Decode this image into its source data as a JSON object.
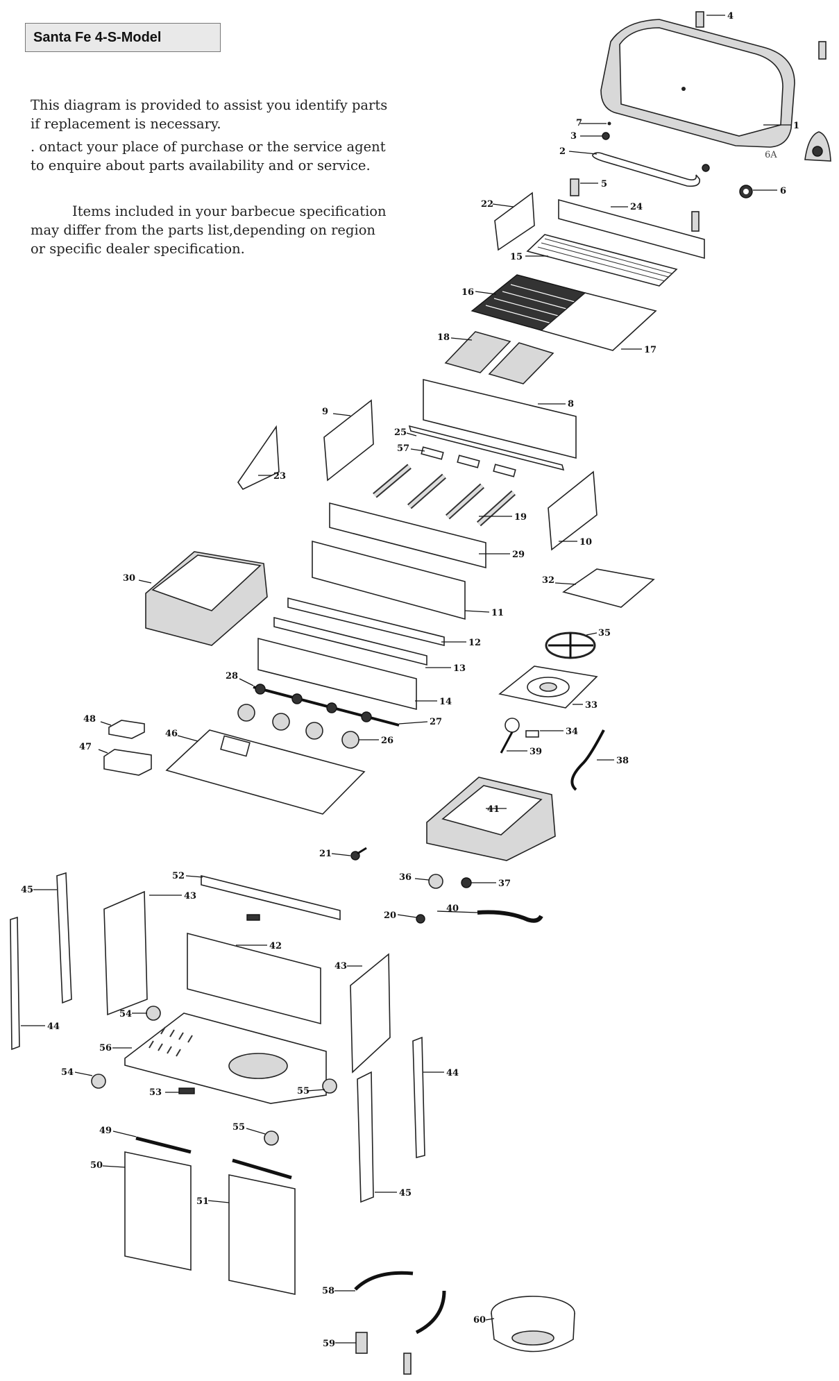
{
  "title": "Santa Fe 4-S-Model",
  "paragraphs": {
    "p1": "This diagram is provided to assist you identify parts if replacement is necessary.",
    "p2": ". ontact  your place of purchase or the service agent to enquire about parts availability and or service.",
    "p3": "Items included in your barbecue specification may differ from the parts list,depending on region or specific dealer specification."
  },
  "labels": {
    "l1": "1",
    "l2": "2",
    "l3": "3",
    "l4": "4",
    "l5": "5",
    "l6": "6",
    "l6a": "6A",
    "l7": "7",
    "l8": "8",
    "l9": "9",
    "l10": "10",
    "l11": "11",
    "l12": "12",
    "l13": "13",
    "l14": "14",
    "l15": "15",
    "l16": "16",
    "l17": "17",
    "l18": "18",
    "l19": "19",
    "l20": "20",
    "l21": "21",
    "l22": "22",
    "l23": "23",
    "l24": "24",
    "l25": "25",
    "l26": "26",
    "l27": "27",
    "l28": "28",
    "l29": "29",
    "l30": "30",
    "l32": "32",
    "l33": "33",
    "l34": "34",
    "l35": "35",
    "l36": "36",
    "l37": "37",
    "l38": "38",
    "l39": "39",
    "l40": "40",
    "l41": "41",
    "l42": "42",
    "l43a": "43",
    "l43b": "43",
    "l44a": "44",
    "l44b": "44",
    "l45a": "45",
    "l45b": "45",
    "l46": "46",
    "l47": "47",
    "l48": "48",
    "l49": "49",
    "l50": "50",
    "l51": "51",
    "l52": "52",
    "l53": "53",
    "l54a": "54",
    "l54b": "54",
    "l55a": "55",
    "l55b": "55",
    "l56": "56",
    "l57": "57",
    "l58": "58",
    "l59": "59",
    "l60": "60"
  }
}
